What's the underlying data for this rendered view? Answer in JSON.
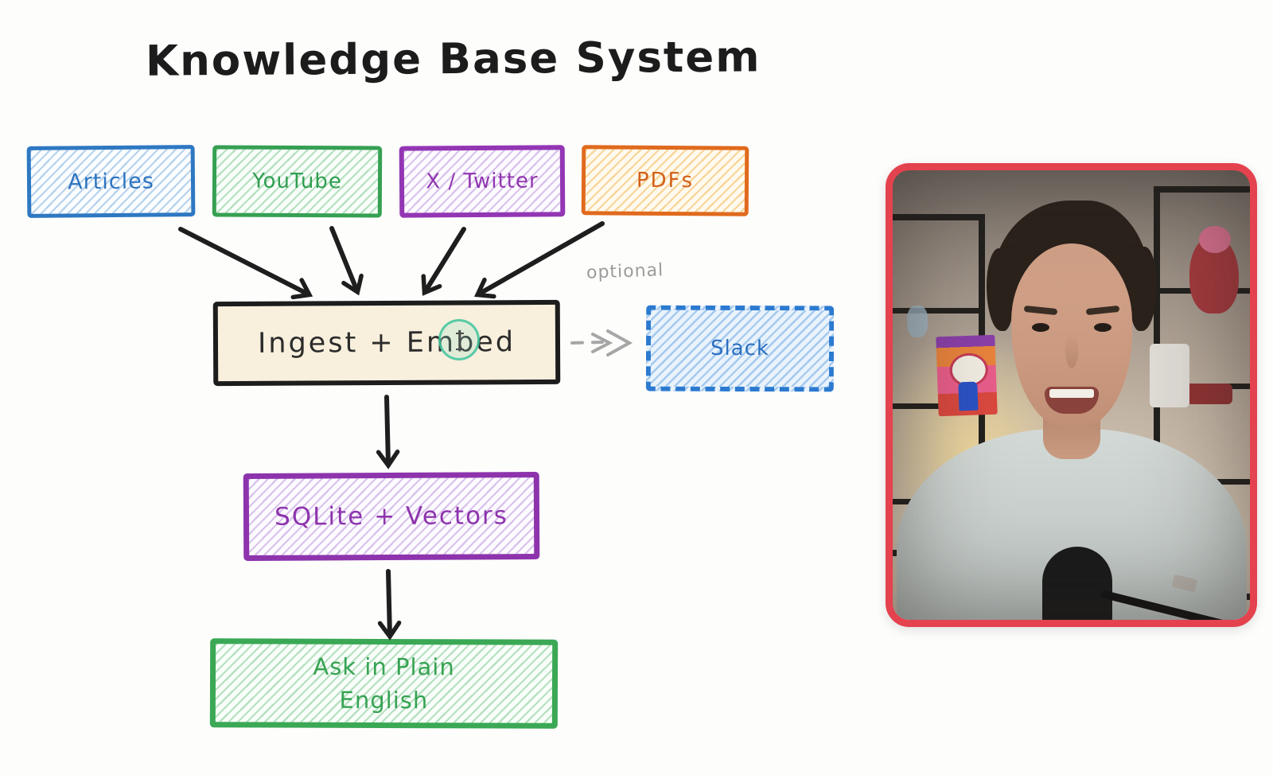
{
  "diagram": {
    "title": "Knowledge Base System",
    "sources": [
      {
        "label": "Articles"
      },
      {
        "label": "YouTube"
      },
      {
        "label": "X / Twitter"
      },
      {
        "label": "PDFs"
      }
    ],
    "pipeline": {
      "ingest_label": "Ingest + Embed",
      "optional_label": "optional",
      "slack_label": "Slack",
      "storage_label": "SQLite + Vectors",
      "query_label": "Ask in Plain English"
    }
  },
  "palette": {
    "articles_blue": "#2e78c2",
    "youtube_green": "#35a052",
    "twitter_purple": "#9336b4",
    "pdfs_orange": "#e06a1d",
    "ingest_fill": "#f8efdd",
    "ingest_border": "#1d1d1d",
    "slack_blue": "#2b7ad0",
    "sqlite_purple": "#8d34ad",
    "ask_green": "#3aa855",
    "arrow_black": "#1e1e1e",
    "optional_gray": "#9b9b9b",
    "cursor_teal": "#3ec49e",
    "webcam_border_red": "#e4424e"
  }
}
